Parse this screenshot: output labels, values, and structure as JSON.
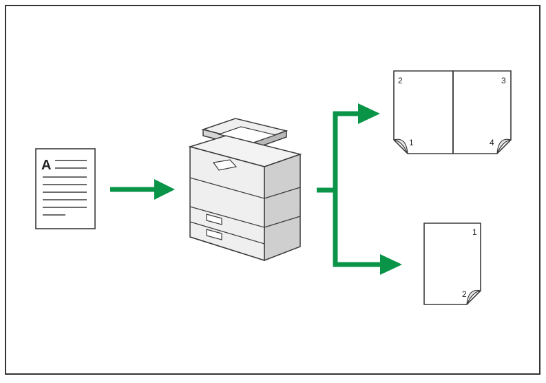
{
  "colors": {
    "arrow": "#0a9448",
    "outline": "#3a3a3a",
    "frame": "#333333",
    "machine_light": "#efefef",
    "machine_mid": "#d6d6d6",
    "machine_dark": "#b8b8b8"
  },
  "original": {
    "letter": "A"
  },
  "output_duplex_booklet": {
    "page_labels": [
      "2",
      "3",
      "1",
      "4"
    ]
  },
  "output_duplex_single": {
    "page_labels": [
      "1",
      "2"
    ]
  }
}
